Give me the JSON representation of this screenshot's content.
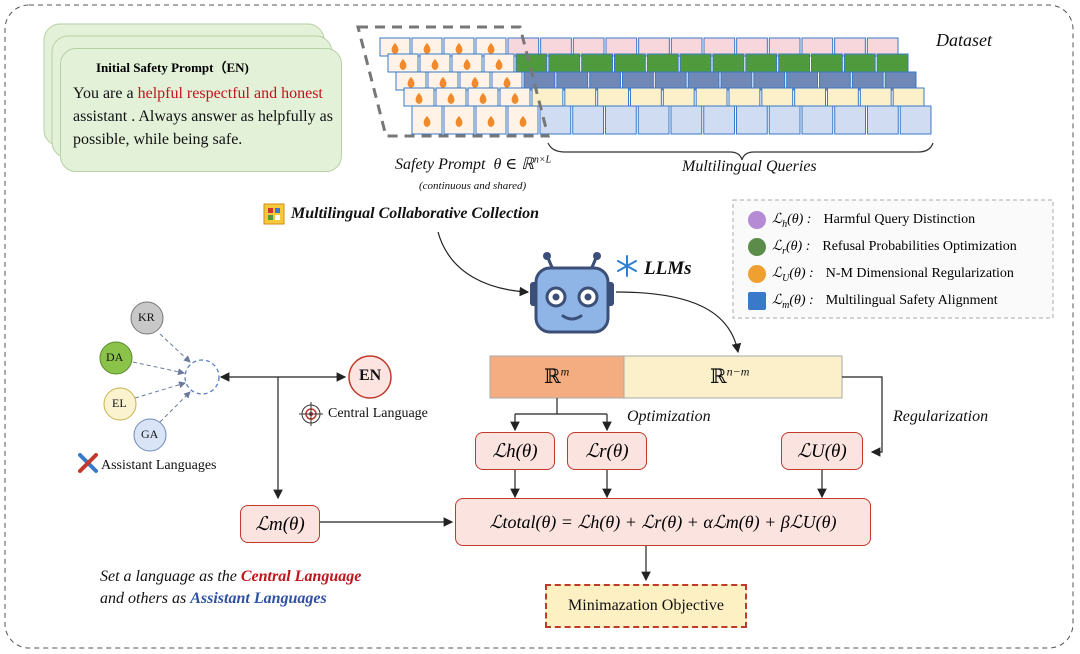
{
  "dataset_label": "Dataset",
  "prompt_card": {
    "title": "Initial Safety Prompt（EN)",
    "text_before": "You are a ",
    "text_highlight": "helpful respectful and honest",
    "text_after": " assistant . Always answer as helpfully as possible, while being safe."
  },
  "safety_prompt_label": "Safety Prompt",
  "theta_expr": "θ ∈ ℝ",
  "theta_sup": "n×L",
  "continuous_note": "(continuous and shared)",
  "multilingual_queries": "Multilingual Queries",
  "collection_label": "Multilingual Collaborative Collection",
  "llms_label": "LLMs",
  "legend": [
    {
      "icon": "skull-icon",
      "loss": "ℒ",
      "sub": "h",
      "arg": "(θ) :",
      "desc": "Harmful Query Distinction"
    },
    {
      "icon": "person-icon",
      "loss": "ℒ",
      "sub": "r",
      "arg": "(θ) :",
      "desc": "Refusal Probabilities Optimization"
    },
    {
      "icon": "scale-icon",
      "loss": "ℒ",
      "sub": "U",
      "arg": "(θ) :",
      "desc": "N-M Dimensional Regularization"
    },
    {
      "icon": "book-icon",
      "loss": "ℒ",
      "sub": "m",
      "arg": "(θ) :",
      "desc": "Multilingual Safety Alignment"
    }
  ],
  "languages": {
    "assistant": [
      "KR",
      "DA",
      "EL",
      "GA"
    ],
    "central": "EN",
    "central_label": "Central Language",
    "assistant_label": "Assistant Languages"
  },
  "bar": {
    "left": "ℝ",
    "left_sup": "m",
    "right": "ℝ",
    "right_sup": "n−m"
  },
  "optimization_label": "Optimization",
  "regularization_label": "Regularization",
  "losses": {
    "lh": "ℒh(θ)",
    "lr": "ℒr(θ)",
    "lu": "ℒU(θ)",
    "lm": "ℒm(θ)",
    "total": "ℒtotal(θ) = ℒh(θ) + ℒr(θ) + αℒm(θ) + βℒU(θ)"
  },
  "note": {
    "line1_before": "Set a language as the ",
    "line1_highlight": "Central Language",
    "line2_before": "and others as ",
    "line2_highlight": "Assistant Languages"
  },
  "objective": "Minimazation Objective",
  "colors": {
    "pink": "#f8d7dc",
    "green": "#4f9a3c",
    "steel": "#6f88b5",
    "cream": "#fbf0c9",
    "lightblue": "#cfdcf2",
    "orange": "#f3ad80",
    "red_border": "#c0392b",
    "blue_text": "#2e52a3",
    "red_text": "#c0141b"
  }
}
